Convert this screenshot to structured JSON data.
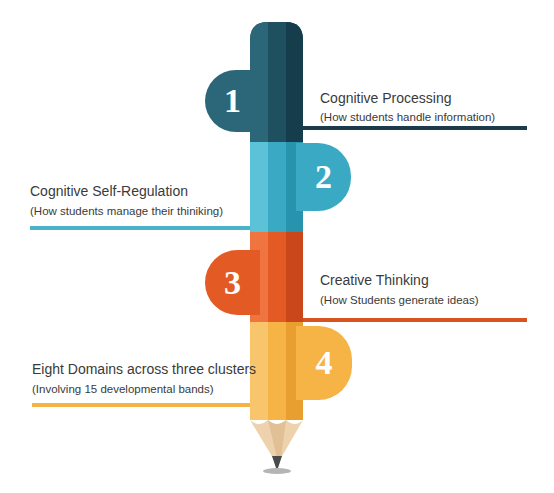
{
  "diagram": {
    "nodes": [
      {
        "text": [
          "1"
        ]
      },
      {
        "text": [
          "2"
        ]
      },
      {
        "text": [
          "3"
        ]
      },
      {
        "text": [
          "4"
        ]
      }
    ],
    "labels": [
      "Cognitive Processing",
      "(How students handle information)",
      "Cognitive Self-Regulation",
      "(How students manage their thiniking)",
      "Creative Thinking",
      "(How Students generate ideas)",
      "Eight Domains across three clusters",
      "(Involving 15 developmental bands)"
    ]
  }
}
